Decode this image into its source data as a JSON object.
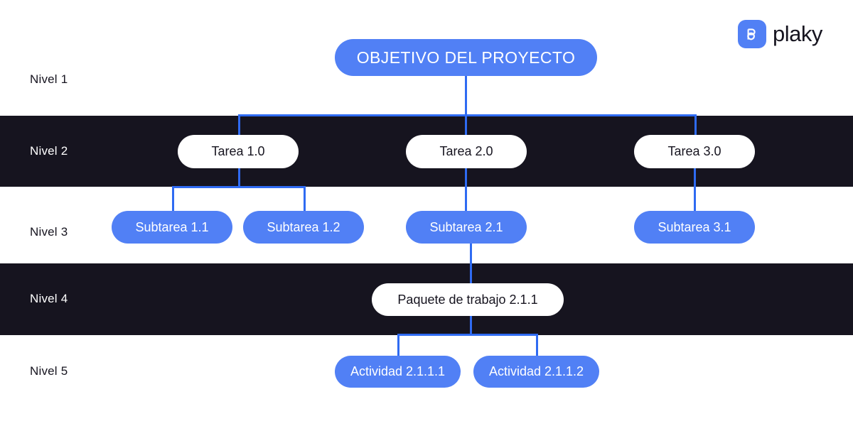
{
  "brand": {
    "name": "plaky",
    "mark_icon": "plaky-logo-icon",
    "accent_color": "#5180f5",
    "dark_color": "#16141f"
  },
  "levels": [
    {
      "label": "Nivel 1",
      "band": "light"
    },
    {
      "label": "Nivel 2",
      "band": "dark"
    },
    {
      "label": "Nivel 3",
      "band": "light"
    },
    {
      "label": "Nivel 4",
      "band": "dark"
    },
    {
      "label": "Nivel 5",
      "band": "light"
    }
  ],
  "nodes": {
    "goal": "OBJETIVO DEL PROYECTO",
    "tarea_1": "Tarea 1.0",
    "tarea_2": "Tarea 2.0",
    "tarea_3": "Tarea 3.0",
    "subtarea_1_1": "Subtarea 1.1",
    "subtarea_1_2": "Subtarea 1.2",
    "subtarea_2_1": "Subtarea 2.1",
    "subtarea_3_1": "Subtarea 3.1",
    "paquete_2_1_1": "Paquete de trabajo 2.1.1",
    "actividad_2_1_1_1": "Actividad 2.1.1.1",
    "actividad_2_1_1_2": "Actividad 2.1.1.2"
  },
  "chart_data": {
    "type": "diagram",
    "diagram_kind": "work-breakdown-structure",
    "title": "OBJETIVO DEL PROYECTO",
    "level_labels": [
      "Nivel 1",
      "Nivel 2",
      "Nivel 3",
      "Nivel 4",
      "Nivel 5"
    ],
    "tree": {
      "name": "OBJETIVO DEL PROYECTO",
      "level": 1,
      "style": "blue",
      "children": [
        {
          "name": "Tarea 1.0",
          "level": 2,
          "style": "white",
          "children": [
            {
              "name": "Subtarea 1.1",
              "level": 3,
              "style": "blue",
              "children": []
            },
            {
              "name": "Subtarea 1.2",
              "level": 3,
              "style": "blue",
              "children": []
            }
          ]
        },
        {
          "name": "Tarea 2.0",
          "level": 2,
          "style": "white",
          "children": [
            {
              "name": "Subtarea 2.1",
              "level": 3,
              "style": "blue",
              "children": [
                {
                  "name": "Paquete de trabajo 2.1.1",
                  "level": 4,
                  "style": "white",
                  "children": [
                    {
                      "name": "Actividad 2.1.1.1",
                      "level": 5,
                      "style": "blue",
                      "children": []
                    },
                    {
                      "name": "Actividad 2.1.1.2",
                      "level": 5,
                      "style": "blue",
                      "children": []
                    }
                  ]
                }
              ]
            }
          ]
        },
        {
          "name": "Tarea 3.0",
          "level": 2,
          "style": "white",
          "children": [
            {
              "name": "Subtarea 3.1",
              "level": 3,
              "style": "blue",
              "children": []
            }
          ]
        }
      ]
    },
    "node_counts_by_level": [
      1,
      3,
      4,
      1,
      2
    ],
    "colors": {
      "accent_blue": "#5180f5",
      "connector_blue": "#2f6bf2",
      "band_dark": "#16141f",
      "background": "#ffffff"
    }
  }
}
